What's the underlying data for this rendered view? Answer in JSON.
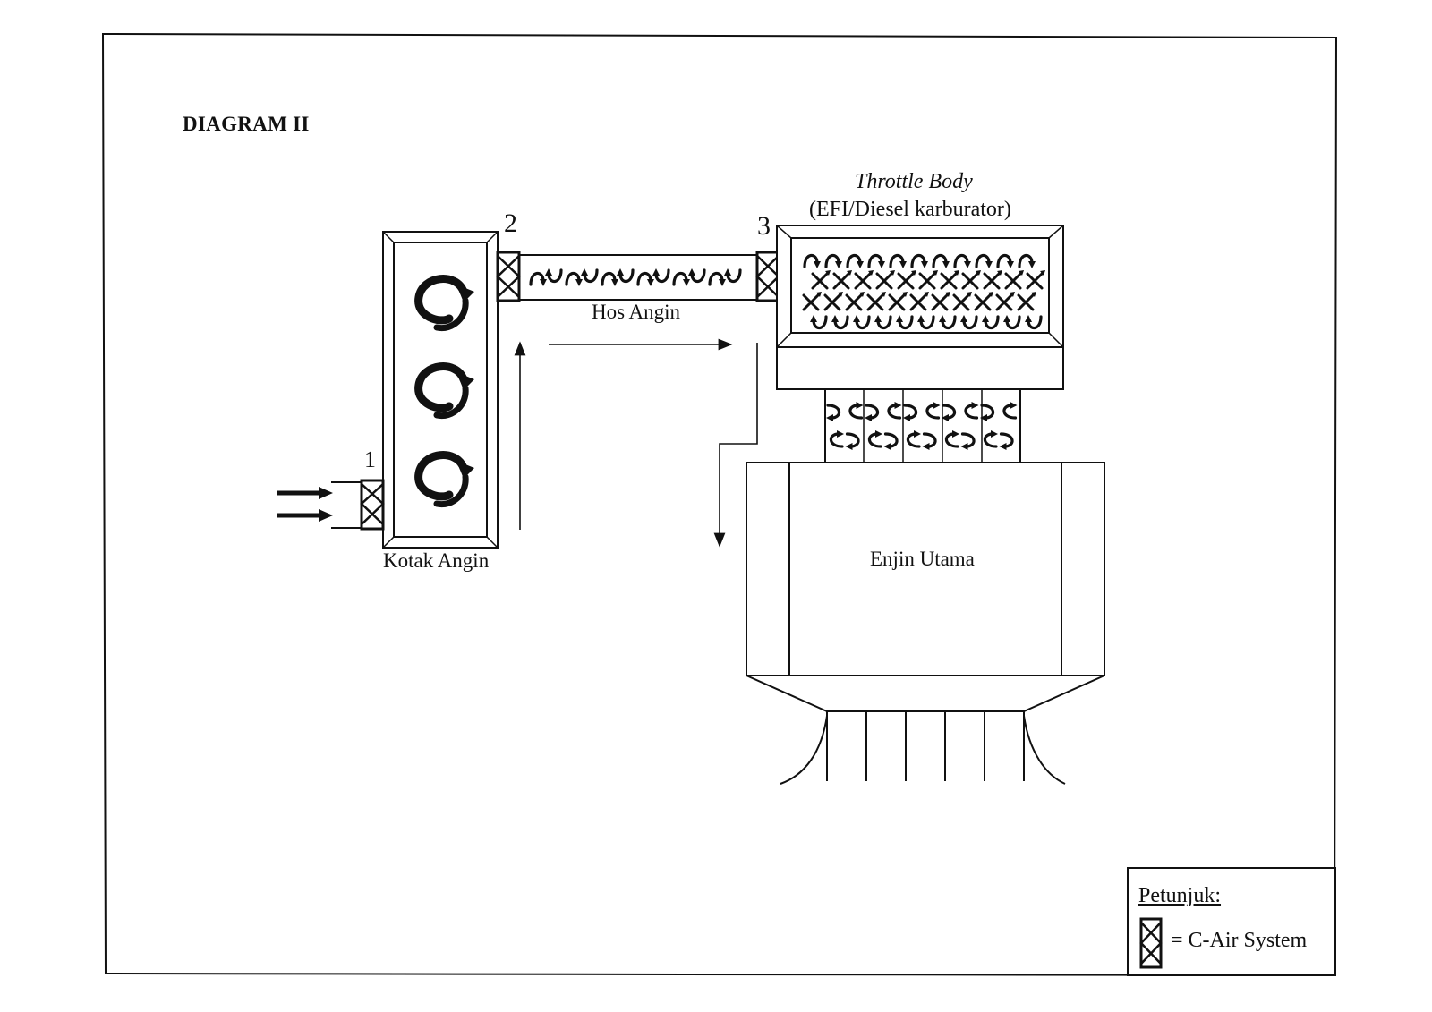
{
  "heading": "DIAGRAM II",
  "labels": {
    "throttle_body": "Throttle Body",
    "throttle_sub": "(EFI/Diesel karburator)",
    "hos_angin": "Hos Angin",
    "kotak_angin": "Kotak Angin",
    "enjin_utama": "Enjin Utama"
  },
  "filter_numbers": [
    "1",
    "2",
    "3"
  ],
  "legend": {
    "title": "Petunjuk:",
    "item": "= C-Air System",
    "icon": "c-air-filter-icon"
  },
  "colors": {
    "ink": "#111111",
    "paper": "#ffffff"
  }
}
